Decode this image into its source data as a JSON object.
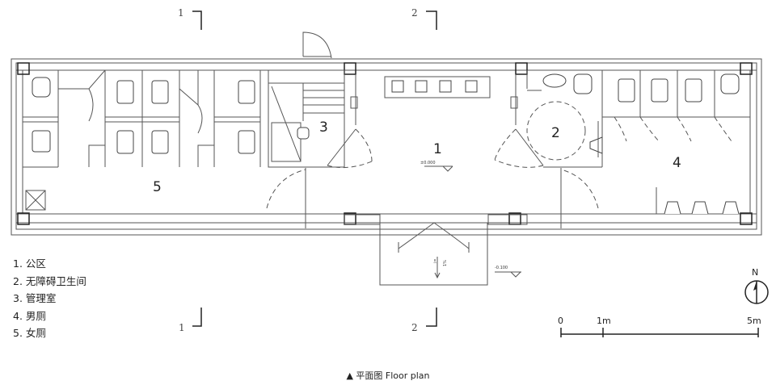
{
  "plan": {
    "rooms": [
      {
        "id": "1",
        "name": "公区"
      },
      {
        "id": "2",
        "name": "无障碍卫生间"
      },
      {
        "id": "3",
        "name": "管理室"
      },
      {
        "id": "4",
        "name": "男厕"
      },
      {
        "id": "5",
        "name": "女厕"
      }
    ],
    "legend": [
      "1. 公区",
      "2. 无障碍卫生间",
      "3. 管理室",
      "4. 男厕",
      "5. 女厕"
    ],
    "section_marks": {
      "one": "1",
      "two": "2"
    },
    "elevations": {
      "interior": "±0.000",
      "exterior": "-0.100"
    },
    "slope": {
      "arrow_label": "i=",
      "value": "1%"
    },
    "north": "N",
    "scale": {
      "zero": "0",
      "one": "1m",
      "five": "5m"
    },
    "caption": "▲ 平面图 Floor plan"
  }
}
